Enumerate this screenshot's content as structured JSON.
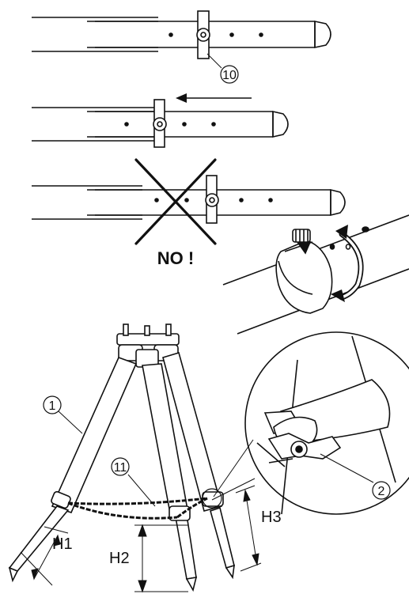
{
  "callouts": {
    "tripod_leg": "1",
    "wing_nut": "2",
    "leg_clamp": "10",
    "chain": "11"
  },
  "dimensions": {
    "h1": "H1",
    "h2": "H2",
    "h3": "H3"
  },
  "warning": "NO !",
  "colors": {
    "line": "#111111",
    "fill": "#ffffff",
    "shade": "#d9d9d9"
  }
}
